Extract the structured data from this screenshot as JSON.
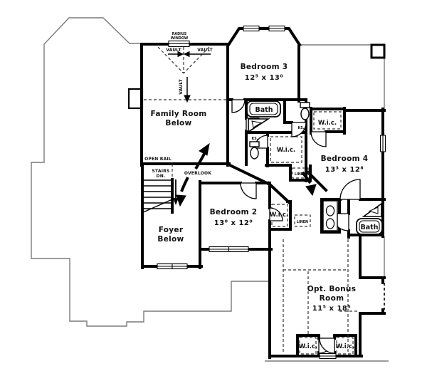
{
  "page": {
    "background": "#ffffff",
    "wall_color": "#000000",
    "roof_line_color": "#7a7a7a",
    "drawing_type": "second floor plan"
  },
  "labels": {
    "radius_window_line1": "RADIUS",
    "radius_window_line2": "WINDOW",
    "vault_left": "VAULT",
    "vault_right": "VAULT",
    "vault_down": "VAULT",
    "family_room_line1": "Family Room",
    "family_room_line2": "Below",
    "open_rail": "OPEN RAIL",
    "stairs_line1": "STAIRS",
    "stairs_line2": "DN.",
    "overlook": "OVERLOOK",
    "bedroom3_name": "Bedroom 3",
    "bedroom3_dims": "12⁵ x 13⁰",
    "bath_upper": "Bath",
    "ks_upper": "KS.",
    "ks_lower": "KS.",
    "wic_bedroom4": "W.i.c.",
    "wic_hall": "W.i.c.",
    "linen_upper": "LINEN",
    "bedroom4_name": "Bedroom 4",
    "bedroom4_dims": "13³ x 12⁸",
    "bedroom2_name": "Bedroom 2",
    "bedroom2_dims": "13⁰ x 12⁰",
    "wic_bedroom2": "W.i.c.",
    "linen_lower": "LINEN",
    "bath_lower": "Bath",
    "foyer_line1": "Foyer",
    "foyer_line2": "Below",
    "bonus_line1": "Opt. Bonus",
    "bonus_line2": "Room",
    "bonus_dims": "11⁵ x 18⁵",
    "wic_bonus_left": "W.i.c.",
    "wic_bonus_right": "W.i.c."
  }
}
